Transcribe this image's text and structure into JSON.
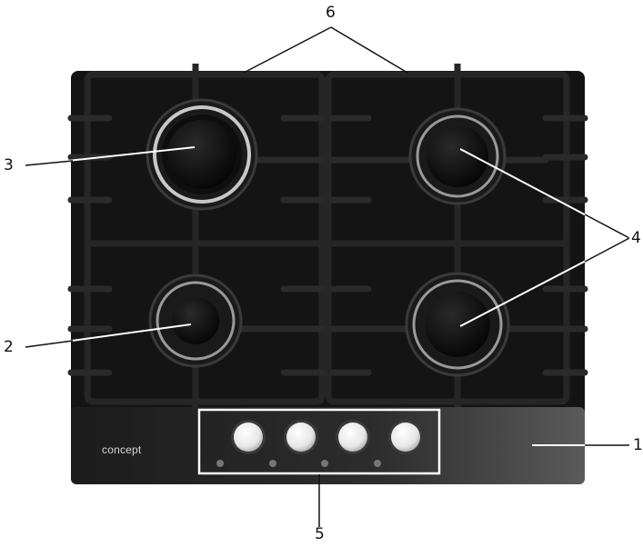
{
  "brand": "concept",
  "callouts": {
    "c1": "1",
    "c2": "2",
    "c3": "3",
    "c4": "4",
    "c5": "5",
    "c6": "6"
  },
  "colors": {
    "glass": "#121212",
    "panel": "#2b2b2b",
    "grate": "#1a1a1a",
    "burner_cap": "#0a0a0a",
    "ring": "#bdbdbd",
    "knob": "#f3f3f3",
    "highlight_box": "#ffffff",
    "leader": "#111111"
  }
}
